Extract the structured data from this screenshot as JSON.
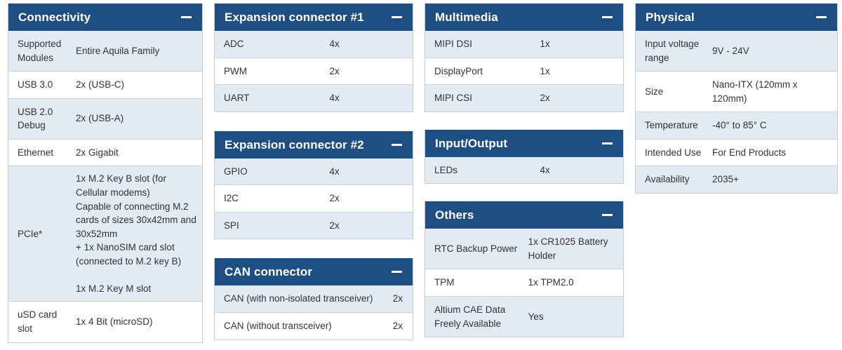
{
  "collapse_icon": "minus-icon",
  "colors": {
    "header_bg": "#1f4f82",
    "header_text": "#ffffff",
    "row_shade": "#e3eaf1",
    "row_plain": "#ffffff",
    "border": "#c3ced9",
    "body_text": "#333333"
  },
  "cards": {
    "connectivity": {
      "title": "Connectivity",
      "rows": [
        {
          "label": "Supported Modules",
          "value": "Entire Aquila Family"
        },
        {
          "label": "USB 3.0",
          "value": "2x (USB-C)"
        },
        {
          "label": "USB 2.0 Debug",
          "value": "2x (USB-A)"
        },
        {
          "label": "Ethernet",
          "value": "2x Gigabit"
        },
        {
          "label": "PCIe*",
          "value": "1x M.2 Key B slot (for Cellular modems)\nCapable of connecting M.2 cards of sizes 30x42mm and 30x52mm\n+ 1x NanoSIM card slot (connected to M.2 key B)\n\n1x M.2 Key M slot"
        },
        {
          "label": "uSD card slot",
          "value": "1x 4 Bit (microSD)"
        }
      ]
    },
    "expansion1": {
      "title": "Expansion connector #1",
      "rows": [
        {
          "label": "ADC",
          "value": "4x"
        },
        {
          "label": "PWM",
          "value": "2x"
        },
        {
          "label": "UART",
          "value": "4x"
        }
      ]
    },
    "expansion2": {
      "title": "Expansion connector #2",
      "rows": [
        {
          "label": "GPIO",
          "value": "4x"
        },
        {
          "label": "I2C",
          "value": "2x"
        },
        {
          "label": "SPI",
          "value": "2x"
        }
      ]
    },
    "can": {
      "title": "CAN connector",
      "rows": [
        {
          "label": "CAN (with non-isolated transceiver)",
          "value": "2x"
        },
        {
          "label": "CAN (without transceiver)",
          "value": "2x"
        }
      ]
    },
    "multimedia": {
      "title": "Multimedia",
      "rows": [
        {
          "label": "MIPI DSI",
          "value": "1x"
        },
        {
          "label": "DisplayPort",
          "value": "1x"
        },
        {
          "label": "MIPI CSI",
          "value": "2x"
        }
      ]
    },
    "io": {
      "title": "Input/Output",
      "rows": [
        {
          "label": "LEDs",
          "value": "4x"
        }
      ]
    },
    "others": {
      "title": "Others",
      "rows": [
        {
          "label": "RTC Backup Power",
          "value": "1x CR1025 Battery Holder"
        },
        {
          "label": "TPM",
          "value": "1x TPM2.0"
        },
        {
          "label": "Altium CAE Data Freely Available",
          "value": "Yes"
        }
      ]
    },
    "physical": {
      "title": "Physical",
      "rows": [
        {
          "label": "Input voltage range",
          "value": "9V - 24V"
        },
        {
          "label": "Size",
          "value": "Nano-ITX (120mm x 120mm)"
        },
        {
          "label": "Temperature",
          "value": "-40° to 85° C"
        },
        {
          "label": "Intended Use",
          "value": "For End Products"
        },
        {
          "label": "Availability",
          "value": "2035+"
        }
      ]
    }
  }
}
